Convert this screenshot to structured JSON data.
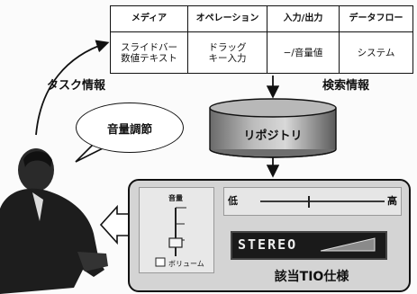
{
  "table": {
    "headers": [
      "メディア",
      "オペレーション",
      "入力/出力",
      "データフロー"
    ],
    "row": [
      "スライドバー\n数値テキスト",
      "ドラッグ\nキー入力",
      "−/音量値",
      "システム"
    ]
  },
  "labels": {
    "task_info": "タスク情報",
    "search_info": "検索情報",
    "bubble": "音量調節",
    "repository": "リポジトリ",
    "spec": "該当TIO仕様"
  },
  "panel": {
    "vslider_title": "音量",
    "vslider_sub": "ボリューム",
    "hslider_low": "低",
    "hslider_high": "高",
    "stereo": "STEREO"
  },
  "colors": {
    "line": "#111111",
    "panel_bg": "#d4d4d4",
    "display_bg": "#1a1a1a"
  }
}
